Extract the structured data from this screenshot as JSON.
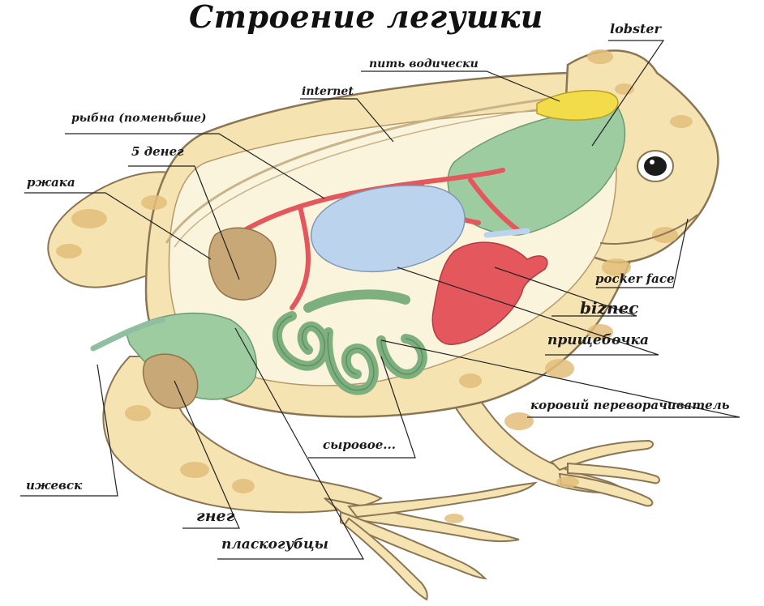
{
  "title": "Строение легушки",
  "labels": {
    "lobster": "lobster",
    "pit_vodicheski": "пить водически",
    "internet": "internet",
    "rybna": "рыбна (поменьбше)",
    "pyat_deneg": "5 денег",
    "rzhaka": "ржака",
    "pocker_face": "pocker face",
    "biznec": "biznec",
    "prishchebochka": "прищебочка",
    "korovii": "коровий переворачиватель",
    "syrovoe": "сыровое...",
    "izhevsk": "ижевск",
    "gneg": "гнег",
    "plaskogubcy": "пласкогубцы"
  },
  "colors": {
    "skin": "#f6e3b2",
    "skin_spot": "#e3be7a",
    "outline": "#8a7654",
    "organ_green": "#9ccc9f",
    "organ_blue": "#bcd3ee",
    "vessel_red": "#e4575c",
    "liver_yellow": "#f3dc4a",
    "kidney_brown": "#c9a878",
    "eye": "#1b1b1b"
  }
}
